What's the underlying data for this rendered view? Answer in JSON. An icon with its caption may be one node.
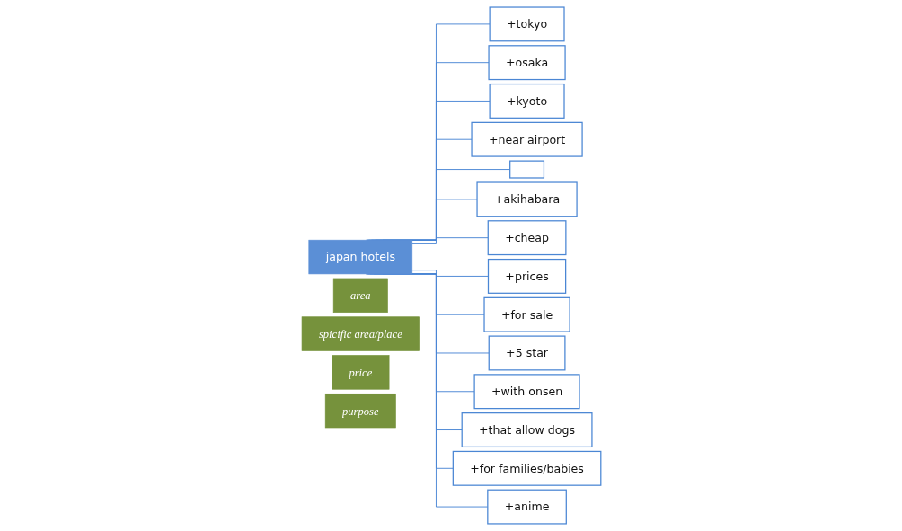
{
  "diagram": {
    "nodes": [
      {
        "text": [
          "japan hotels"
        ]
      },
      {
        "text": [
          "+tokyo"
        ]
      },
      {
        "text": [
          "+osaka"
        ]
      },
      {
        "text": [
          "+kyoto"
        ]
      },
      {
        "text": [
          "+near airport"
        ]
      },
      {
        "text": [],
        "shape": "box"
      },
      {
        "text": [
          "+akihabara"
        ]
      },
      {
        "text": [
          "+cheap"
        ]
      },
      {
        "text": [
          "+prices"
        ]
      },
      {
        "text": [
          "+for sale"
        ]
      },
      {
        "text": [
          "+5 star"
        ]
      },
      {
        "text": [
          "+with onsen"
        ]
      },
      {
        "text": [
          "+that allow dogs"
        ]
      },
      {
        "text": [
          "+for families/babies"
        ]
      },
      {
        "text": [
          "+anime"
        ]
      },
      {
        "text": [
          "area"
        ]
      },
      {
        "text": [
          "spicific area/place"
        ]
      },
      {
        "text": [
          "price"
        ]
      },
      {
        "text": [
          "purpose"
        ]
      }
    ],
    "edges": [
      {
        "from": 0,
        "to": 1,
        "arrow": "none"
      },
      {
        "from": 0,
        "to": 2,
        "arrow": "none"
      },
      {
        "from": 0,
        "to": 3,
        "arrow": "none"
      },
      {
        "from": 0,
        "to": 4,
        "arrow": "none"
      },
      {
        "from": 0,
        "to": 5,
        "arrow": "none"
      },
      {
        "from": 0,
        "to": 6,
        "arrow": "none"
      },
      {
        "from": 0,
        "to": 7,
        "arrow": "none"
      },
      {
        "from": 0,
        "to": 8,
        "arrow": "none"
      },
      {
        "from": 0,
        "to": 9,
        "arrow": "none"
      },
      {
        "from": 0,
        "to": 10,
        "arrow": "none"
      },
      {
        "from": 0,
        "to": 11,
        "arrow": "none"
      },
      {
        "from": 0,
        "to": 12,
        "arrow": "none"
      },
      {
        "from": 0,
        "to": 13,
        "arrow": "none"
      },
      {
        "from": 0,
        "to": 14,
        "arrow": "none"
      }
    ]
  }
}
